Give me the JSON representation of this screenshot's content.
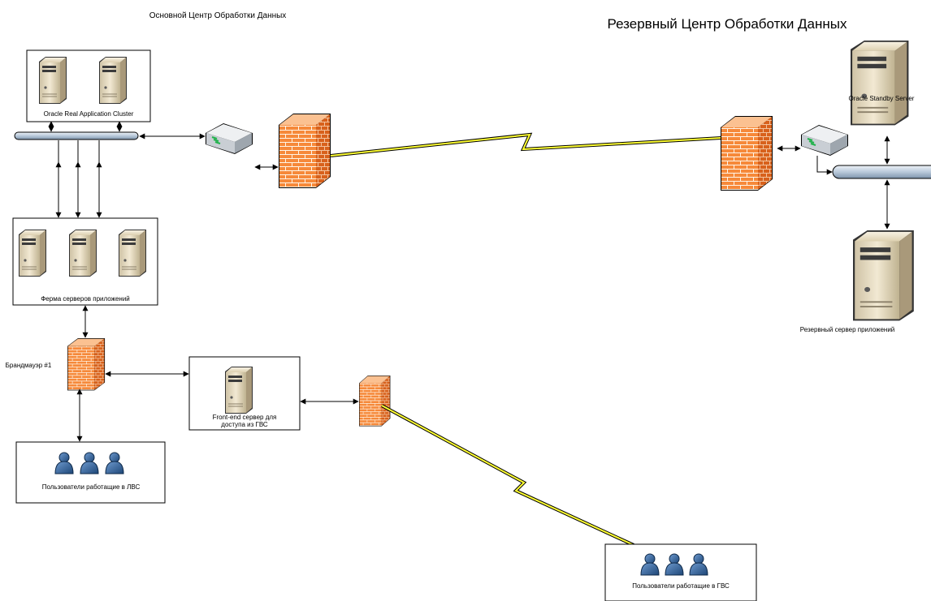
{
  "titles": {
    "primary_dc": "Основной Центр Обработки Данных",
    "backup_dc": "Резервный Центр Обработки Данных"
  },
  "labels": {
    "rac": "Oracle Real Application Cluster",
    "app_farm": "Ферма серверов приложений",
    "firewall1": "Брандмауэр #1",
    "frontend_line1": "Front-end сервер для",
    "frontend_line2": "доступа из ГВС",
    "lan_users": "Пользователи работащие в ЛВС",
    "wan_users": "Пользователи работащие в ГВС",
    "standby": "Oracle Standby Server",
    "backup_app": "Резервный сервер приложений"
  },
  "colors": {
    "firewall_light": "#f99a4f",
    "firewall_dark": "#e0621f",
    "server_body": "#e8dcc2",
    "user_icon": "#2f5f96",
    "wan_link": "#ffff33",
    "bus": "#b9c9da"
  }
}
